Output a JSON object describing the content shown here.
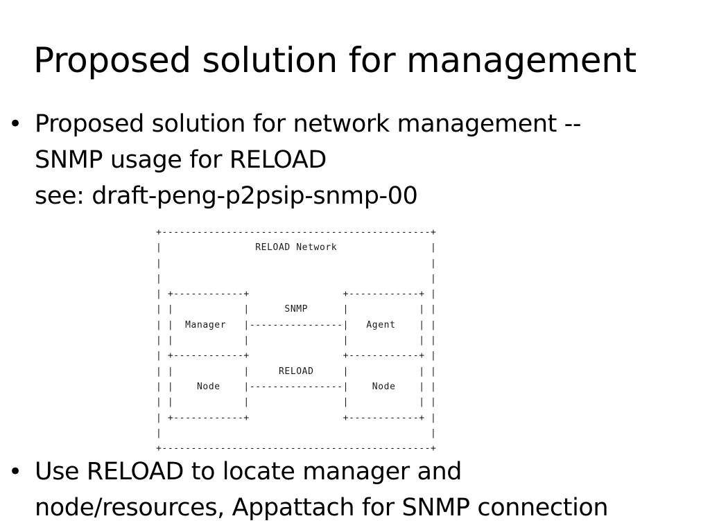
{
  "slide": {
    "title": "Proposed solution for management",
    "bullets": [
      {
        "lines": [
          "Proposed solution for network management --",
          "SNMP usage for RELOAD",
          "see: draft-peng-p2psip-snmp-00"
        ]
      },
      {
        "lines": [
          "Use RELOAD to locate manager and",
          "node/resources, Appattach for SNMP connection"
        ]
      }
    ],
    "bullet_symbol": "•"
  },
  "diagram": {
    "lines": [
      "+----------------------------------------------+",
      "|                RELOAD Network                |",
      "|                                              |",
      "|                                              |",
      "| +------------+                +------------+ |",
      "| |            |      SNMP      |            | |",
      "| |  Manager   |----------------|   Agent    | |",
      "| |            |                |            | |",
      "| +------------+                +------------+ |",
      "| |            |     RELOAD     |            | |",
      "| |    Node    |----------------|    Node    | |",
      "| |            |                |            | |",
      "| +------------+                +------------+ |",
      "|                                              |",
      "+----------------------------------------------+"
    ]
  }
}
